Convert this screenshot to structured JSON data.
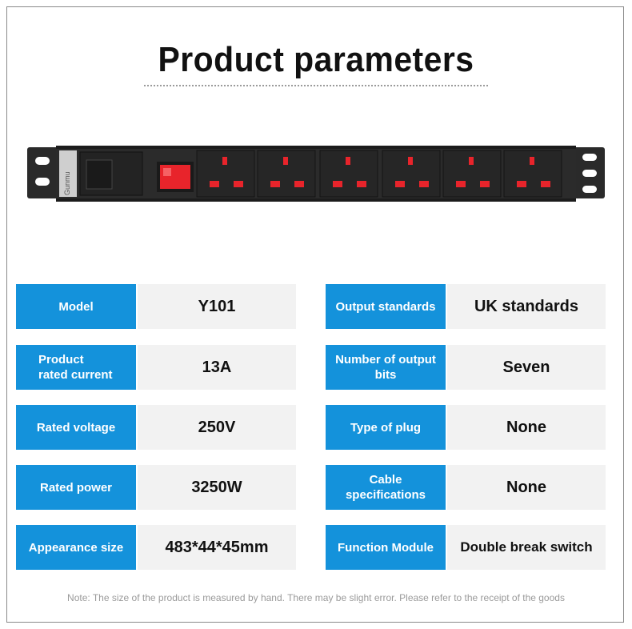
{
  "title": "Product parameters",
  "brand_mark": "Gunmu",
  "params_left": [
    {
      "label": "Model",
      "value": "Y101"
    },
    {
      "label": "Product\nrated current",
      "value": "13A"
    },
    {
      "label": "Rated voltage",
      "value": "250V"
    },
    {
      "label": "Rated power",
      "value": "3250W"
    },
    {
      "label": "Appearance size",
      "value": "483*44*45mm"
    }
  ],
  "params_right": [
    {
      "label": "Output standards",
      "value": "UK standards"
    },
    {
      "label": "Number of output bits",
      "value": "Seven"
    },
    {
      "label": "Type of plug",
      "value": "None"
    },
    {
      "label": "Cable specifications",
      "value": "None"
    },
    {
      "label": "Function Module",
      "value": "Double break switch"
    }
  ],
  "note": "Note: The size of the product is measured by hand. There may be slight error. Please refer to the receipt of the goods",
  "colors": {
    "label_bg": "#1492db",
    "value_bg": "#f2f2f2",
    "switch": "#e8242b",
    "socket_pin": "#e8242b"
  }
}
